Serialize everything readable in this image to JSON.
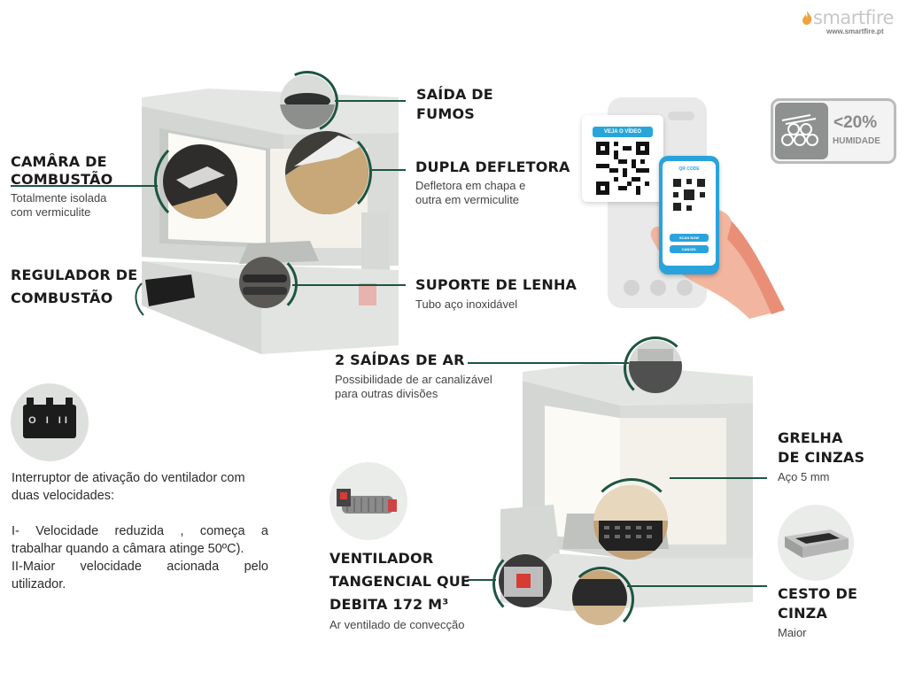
{
  "brand": {
    "name": "smartfire",
    "url": "www.smartfire.pt"
  },
  "badge": {
    "value": "<20%",
    "label": "HUMIDADE"
  },
  "qr": {
    "video_label": "VEJA O VÍDEO",
    "phone_title": "QR CODE",
    "scan_button": "SCAN NOW",
    "cancel_button": "CANCEL"
  },
  "features": {
    "saida_fumos": {
      "title_line1": "SAÍDA DE",
      "title_line2": "FUMOS"
    },
    "dupla_defletora": {
      "title": "DUPLA DEFLETORA",
      "desc_line1": "Defletora em chapa e",
      "desc_line2": "outra em vermiculite"
    },
    "camara": {
      "title_line1": "CAMÂRA DE",
      "title_line2": "COMBUSTÃO",
      "desc_line1": "Totalmente isolada",
      "desc_line2": "com vermiculite"
    },
    "regulador": {
      "title_line1": "REGULADOR DE",
      "title_line2": "COMBUSTÃO"
    },
    "suporte": {
      "title": "SUPORTE DE LENHA",
      "desc": "Tubo aço inoxidável"
    },
    "saidas_ar": {
      "title": "2 SAÍDAS DE AR",
      "desc_line1": "Possibilidade de ar canalizável",
      "desc_line2": "para outras divisões"
    },
    "grelha": {
      "title_line1": "GRELHA",
      "title_line2": "DE CINZAS",
      "desc": "Aço 5 mm"
    },
    "cesto": {
      "title": "CESTO DE CINZA",
      "desc": "Maior"
    },
    "ventilador": {
      "title_line1": "VENTILADOR",
      "title_line2": "TANGENCIAL QUE",
      "title_line3": "DEBITA 172 M³",
      "desc": "Ar ventilado de convecção"
    }
  },
  "switch_icon": {
    "symbols": "O I II"
  },
  "interruptor": {
    "p1_line1": "Interruptor de ativação do ventilador com",
    "p1_line2": "duas velocidades:",
    "p2_line1": "I- Velocidade reduzida , começa a",
    "p2_line2": "trabalhar quando a câmara atinge 50ºC).",
    "p3_line1": "II-Maior velocidade acionada pelo",
    "p3_line2": "utilizador."
  },
  "colors": {
    "accent_green": "#1d5540",
    "logo_orange": "#f2a23b",
    "heading": "#1b1b1b"
  }
}
